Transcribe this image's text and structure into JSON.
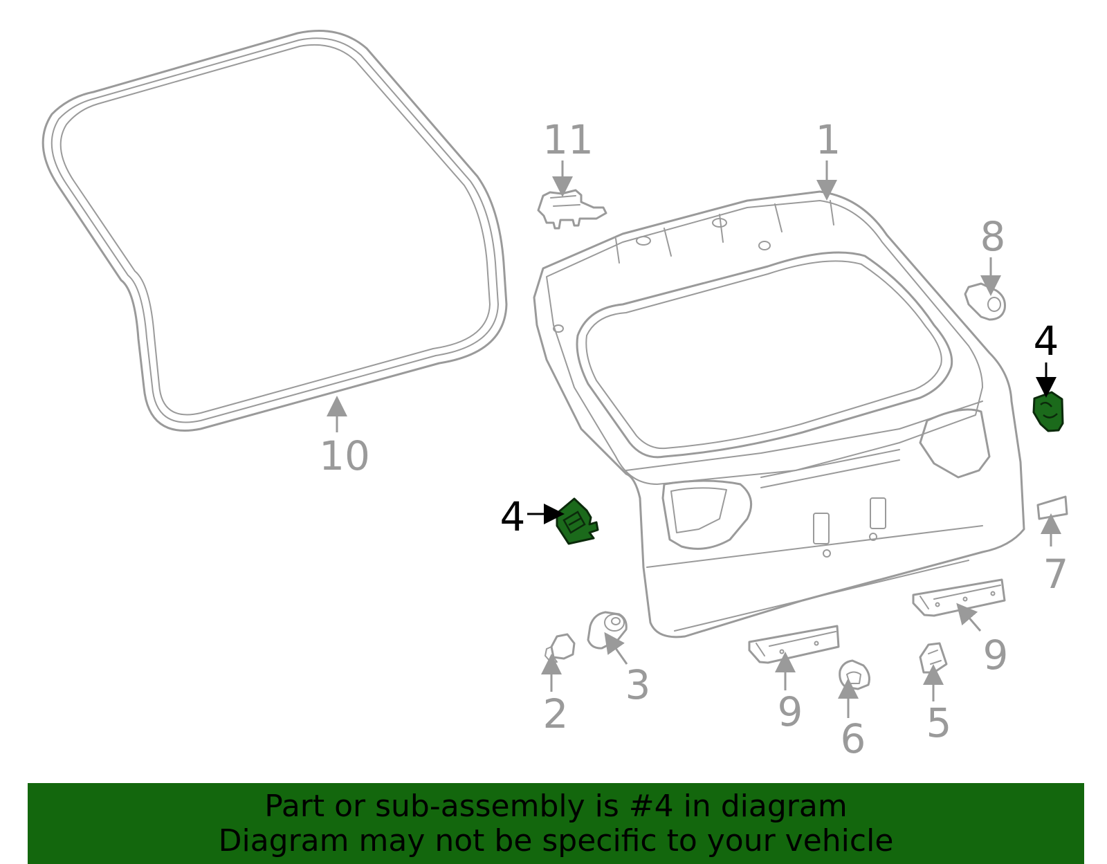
{
  "callouts": {
    "c1": "1",
    "c2": "2",
    "c3": "3",
    "c4a": "4",
    "c4b": "4",
    "c5": "5",
    "c6": "6",
    "c7": "7",
    "c8": "8",
    "c9a": "9",
    "c9b": "9",
    "c10": "10",
    "c11": "11"
  },
  "highlighted_part": "4",
  "colors": {
    "highlight": "#1b6a1b",
    "banner": "#13670d",
    "line": "#9a9a9a"
  },
  "banner": {
    "line1": "Part or sub-assembly is #4 in diagram",
    "line2": "Diagram may not be specific to your vehicle"
  }
}
